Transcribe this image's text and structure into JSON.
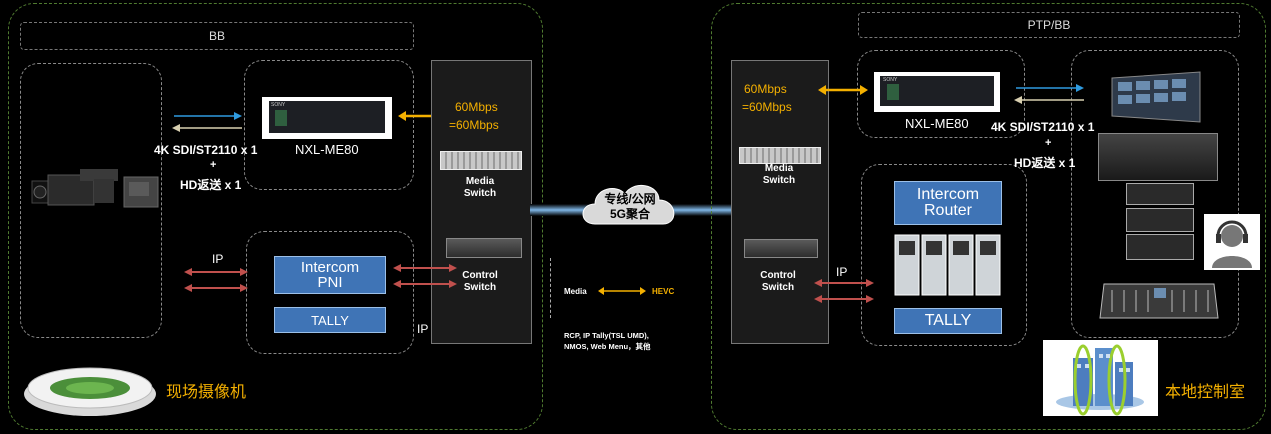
{
  "left": {
    "bar_label": "BB",
    "device_name": "NXL-ME80",
    "device_brand": "SONY",
    "sdi_line1": "4K SDI/ST2110 x 1",
    "sdi_line2": "+",
    "sdi_line3": "HD返送 x 1",
    "bitrate_line1": "60Mbps",
    "bitrate_line2": "=60Mbps",
    "media_switch": "Media\nSwitch",
    "control_switch": "Control\nSwitch",
    "ip_label_1": "IP",
    "ip_label_2": "IP",
    "intercom": "Intercom\nPNI",
    "tally": "TALLY",
    "site_label": "现场摄像机"
  },
  "center": {
    "cloud_label": "专线/公网\n5G聚合",
    "media_label": "Media",
    "hevc_label": "HEVC",
    "control_label": "RCP, IP Tally(TSL UMD),\nNMOS, Web Menu，其他"
  },
  "right": {
    "bar_label": "PTP/BB",
    "bitrate_line1": "60Mbps",
    "bitrate_line2": "=60Mbps",
    "device_name": "NXL-ME80",
    "device_brand": "SONY",
    "sdi_line1": "4K SDI/ST2110 x 1",
    "sdi_line2": "+",
    "sdi_line3": "HD返送 x 1",
    "media_switch": "Media\nSwitch",
    "control_switch": "Control\nSwitch",
    "ip_label": "IP",
    "intercom": "Intercom\nRouter",
    "tally": "TALLY",
    "site_label": "本地控制室"
  },
  "colors": {
    "region_border": "#4f7a30",
    "orange": "#f4b000",
    "blue_box": "#3f74b6",
    "red_arrow": "#c0504d",
    "cyan_arrow": "#2f9be0",
    "network_line": "#7fb6e6"
  },
  "icons": [
    "camera-icon",
    "stadium-icon",
    "building-icon",
    "headset-operator-icon",
    "monitor-wall-icon",
    "audio-console-icon",
    "remote-panel-icon",
    "cloud-icon"
  ]
}
